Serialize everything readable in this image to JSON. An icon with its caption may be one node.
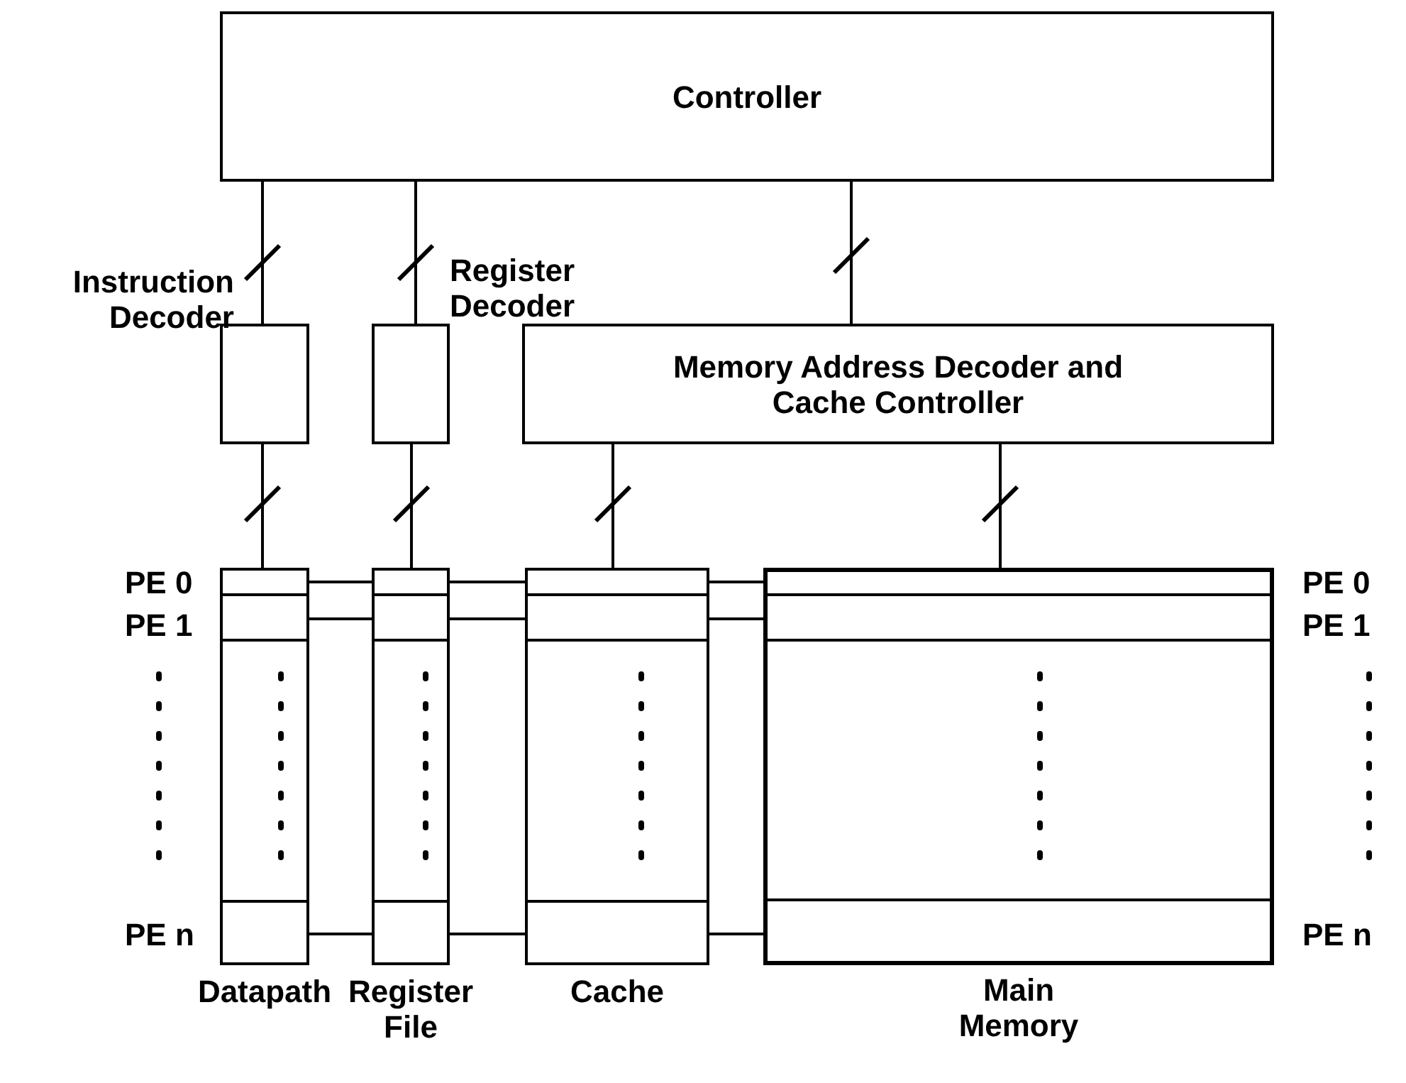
{
  "diagram": {
    "nodes": [
      {
        "text": [
          "Controller"
        ]
      },
      {
        "text": [
          "Instruction Decoder"
        ]
      },
      {
        "text": [
          "Register Decoder"
        ]
      },
      {
        "text": [
          "Memory Address Decoder and Cache Controller"
        ]
      },
      {
        "text": [
          "Datapath"
        ]
      },
      {
        "text": [],
        "shape": "box",
        "in": 4
      },
      {
        "text": [],
        "shape": "box",
        "in": 4
      },
      {
        "text": [],
        "shape": "box",
        "in": 4
      },
      {
        "text": [
          "Register File"
        ]
      },
      {
        "text": [],
        "shape": "box",
        "in": 8
      },
      {
        "text": [],
        "shape": "box",
        "in": 8
      },
      {
        "text": [],
        "shape": "box",
        "in": 8
      },
      {
        "text": [
          "Cache"
        ]
      },
      {
        "text": [],
        "shape": "box",
        "in": 12
      },
      {
        "text": [],
        "shape": "box",
        "in": 12
      },
      {
        "text": [],
        "shape": "box",
        "in": 12
      },
      {
        "text": [
          "Main Memory"
        ]
      },
      {
        "text": [],
        "shape": "box",
        "in": 16
      },
      {
        "text": [],
        "shape": "box",
        "in": 16
      },
      {
        "text": [],
        "shape": "box",
        "in": 16
      }
    ],
    "edges": [
      {
        "from": 0,
        "to": 1,
        "arrow": "none"
      },
      {
        "from": 0,
        "to": 2,
        "arrow": "none"
      },
      {
        "from": 0,
        "to": 3,
        "arrow": "none"
      },
      {
        "from": 1,
        "to": 4,
        "arrow": "none"
      },
      {
        "from": 2,
        "to": 8,
        "arrow": "none"
      },
      {
        "from": 3,
        "to": 12,
        "arrow": "none"
      },
      {
        "from": 3,
        "to": 16,
        "arrow": "none"
      },
      {
        "from": 5,
        "to": 9,
        "arrow": "none"
      },
      {
        "from": 9,
        "to": 13,
        "arrow": "none"
      },
      {
        "from": 13,
        "to": 17,
        "arrow": "none"
      },
      {
        "from": 6,
        "to": 10,
        "arrow": "none"
      },
      {
        "from": 10,
        "to": 14,
        "arrow": "none"
      },
      {
        "from": 14,
        "to": 18,
        "arrow": "none"
      },
      {
        "from": 7,
        "to": 11,
        "arrow": "none"
      },
      {
        "from": 11,
        "to": 15,
        "arrow": "none"
      },
      {
        "from": 15,
        "to": 19,
        "arrow": "none"
      }
    ],
    "labels": [
      "PE 0",
      "PE 1",
      "PE n",
      "PE 0",
      "PE 1",
      "PE n"
    ]
  }
}
